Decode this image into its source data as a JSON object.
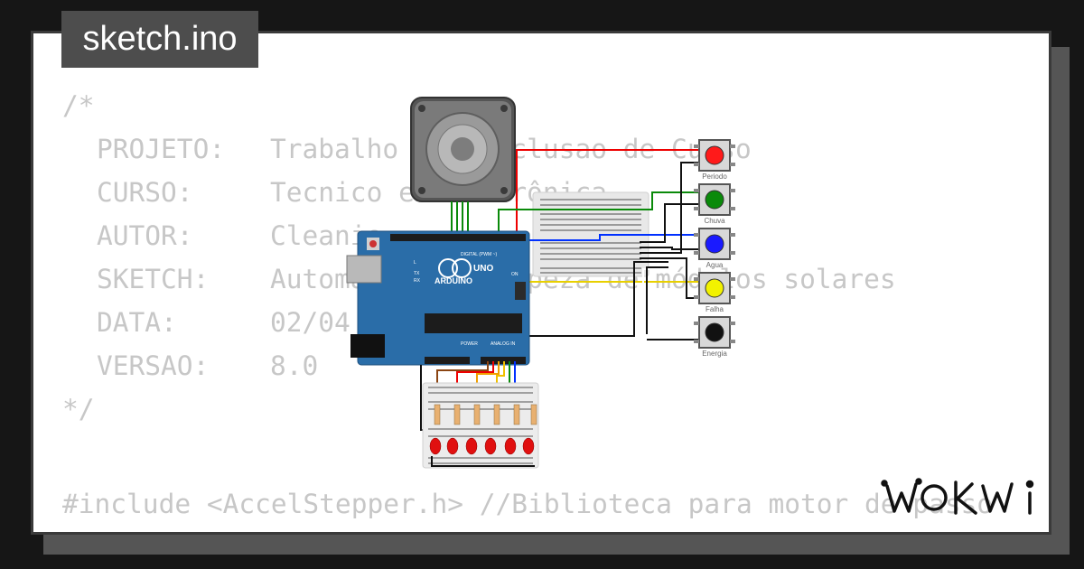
{
  "title": "sketch.ino",
  "code": {
    "open_comment": "/*",
    "lines": [
      {
        "label": "PROJETO:",
        "value": "Trabalho de Conclusao de Curso"
      },
      {
        "label": "CURSO:",
        "value": "Tecnico em Eletrônica"
      },
      {
        "label": "AUTOR:",
        "value": "Cleanio"
      },
      {
        "label": "SKETCH:",
        "value": "Automacao da limpeza de módulos solares"
      },
      {
        "label": "DATA:",
        "value": "02/04"
      },
      {
        "label": "VERSAO:",
        "value": "8.0"
      }
    ],
    "close_comment": "*/",
    "include_line": "#include <AccelStepper.h> //Biblioteca para motor de passo"
  },
  "buttons": [
    {
      "label": "Periodo",
      "color": "#ff1a1a"
    },
    {
      "label": "Chuva",
      "color": "#0a8a0a"
    },
    {
      "label": "Agua",
      "color": "#1a1aff"
    },
    {
      "label": "Falha",
      "color": "#f2f200"
    },
    {
      "label": "Energia",
      "color": "#111111"
    }
  ],
  "board": {
    "brand": "ARDUINO",
    "model": "UNO",
    "digital_label": "DIGITAL (PWM ~)",
    "power_label": "POWER",
    "analog_label": "ANALOG IN",
    "tx_label": "TX",
    "rx_label": "RX",
    "on_label": "ON",
    "l_label": "L"
  },
  "logo": "WOKWi",
  "colors": {
    "tab_bg": "#4d4d4d",
    "code_text": "#c7c7c7",
    "board_blue": "#2a6da8"
  }
}
